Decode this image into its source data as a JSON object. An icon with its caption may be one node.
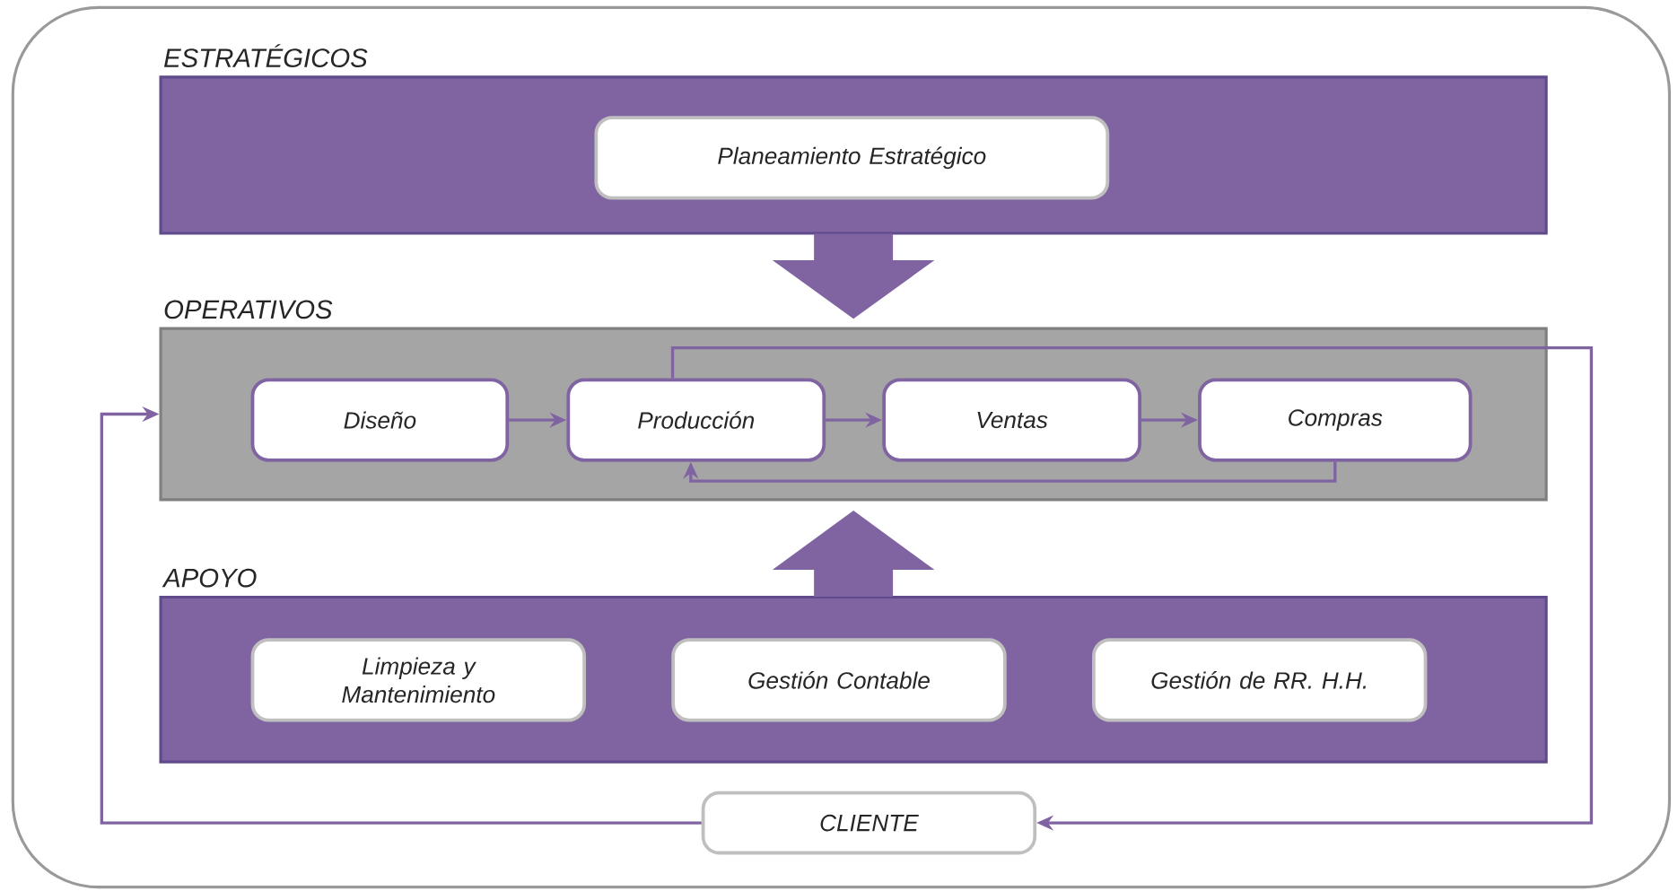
{
  "diagram": {
    "nodes": [
      {
        "text": [
          "ESTRATÉGICOS"
        ]
      },
      {
        "text": [
          "Planeamiento Estratégico"
        ],
        "in": 0
      },
      {
        "text": [
          "OPERATIVOS"
        ]
      },
      {
        "text": [
          "Diseño"
        ],
        "in": 2
      },
      {
        "text": [
          "Producción"
        ],
        "in": 2
      },
      {
        "text": [
          "Ventas"
        ],
        "in": 2
      },
      {
        "text": [
          "Compras"
        ],
        "in": 2
      },
      {
        "text": [
          "APOYO"
        ]
      },
      {
        "text": [
          "Limpieza y Mantenimiento"
        ],
        "in": 7
      },
      {
        "text": [
          "Gestión Contable"
        ],
        "in": 7
      },
      {
        "text": [
          "Gestión de RR. H.H."
        ],
        "in": 7
      },
      {
        "text": [
          "CLIENTE"
        ]
      }
    ],
    "edges": [
      {
        "from": 0,
        "to": 2,
        "arrow": "to",
        "style": "thick"
      },
      {
        "from": 7,
        "to": 2,
        "arrow": "to",
        "style": "thick"
      },
      {
        "from": 3,
        "to": 4,
        "arrow": "to"
      },
      {
        "from": 4,
        "to": 5,
        "arrow": "to"
      },
      {
        "from": 5,
        "to": 6,
        "arrow": "to"
      },
      {
        "from": 6,
        "to": 4,
        "arrow": "to"
      },
      {
        "from": 4,
        "to": 11,
        "arrow": "to"
      },
      {
        "from": 11,
        "to": 2,
        "arrow": "to"
      }
    ]
  }
}
